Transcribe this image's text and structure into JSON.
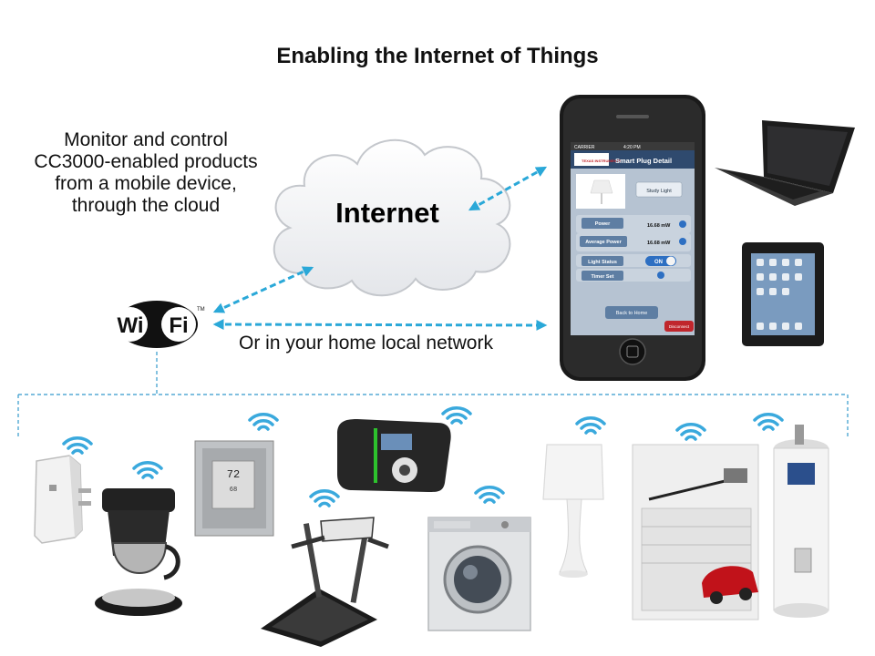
{
  "title": "Enabling the Internet of Things",
  "description": [
    "Monitor and control",
    "CC3000-enabled products",
    "from a mobile device,",
    "through the cloud"
  ],
  "cloud_label": "Internet",
  "local_network_label": "Or in your home local network",
  "wifi_logo": {
    "text": "WiFi",
    "trademark": "TM"
  },
  "phone_app": {
    "carrier": "CARRIER",
    "time": "4:20 PM",
    "brand": "TEXAS INSTRUMENTS",
    "screen_title": "Smart Plug Detail",
    "device_name": "Study Light",
    "rows": [
      {
        "label": "Power",
        "value": "16.68 mW"
      },
      {
        "label": "Average Power",
        "value": "16.68 mW"
      },
      {
        "label": "Light Status",
        "value": "ON"
      },
      {
        "label": "Timer Set",
        "value": ""
      }
    ],
    "back_button": "Back to Home",
    "disconnect_button": "Disconnect"
  },
  "thermostat_readout": {
    "temp": "72",
    "sub": "68"
  },
  "colors": {
    "arrow": "#2aa8d8",
    "wifi_wave": "#3aa9dd",
    "dashed_line": "#3399cc",
    "phone_bg": "#b6c3d2",
    "app_header": "#2f4a6e"
  },
  "icons": [
    "cloud-icon",
    "smartphone-icon",
    "laptop-icon",
    "tablet-icon",
    "wifi-logo-icon",
    "wifi-signal-icon",
    "smart-plug-icon",
    "coffee-maker-icon",
    "thermostat-icon",
    "treadmill-icon",
    "radio-icon",
    "washing-machine-icon",
    "lamp-icon",
    "garage-door-icon",
    "water-heater-icon"
  ]
}
